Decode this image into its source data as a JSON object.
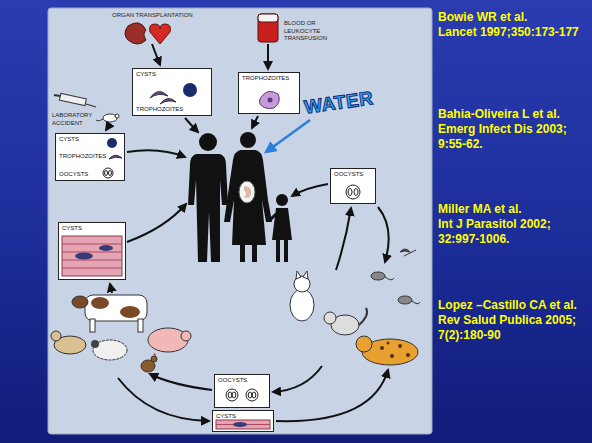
{
  "diagram": {
    "nodes": [
      {
        "text": [
          "CYSTS",
          "TROPHOZOITES"
        ]
      },
      {
        "text": [
          "TROPHOZOITES"
        ]
      },
      {
        "text": [
          "CYSTS",
          "TROPHOZOITES",
          "OOCYSTS"
        ]
      },
      {
        "text": [
          "OOCYSTS"
        ]
      },
      {
        "text": [
          "CYSTS"
        ]
      },
      {
        "text": [
          "OOCYSTS"
        ]
      },
      {
        "text": [
          "CYSTS"
        ]
      }
    ],
    "labels": [
      "ORGAN TRANSPLANTATION",
      "BLOOD OR LEUKOCYTE TRANSFUSION",
      "LABORATORY ACCIDENT",
      "WATER",
      "Bowie WR et al.",
      "Lancet 1997;350:173-177",
      "Bahia-Oliveira L et al.",
      "Emerg Infect Dis 2003; 9:55-62.",
      "Miller MA et al.",
      "Int J Parasitol 2002; 32:997-1006.",
      "Lopez –Castillo CA et al.",
      "Rev Salud Publica 2005; 7(2):180-90"
    ]
  }
}
